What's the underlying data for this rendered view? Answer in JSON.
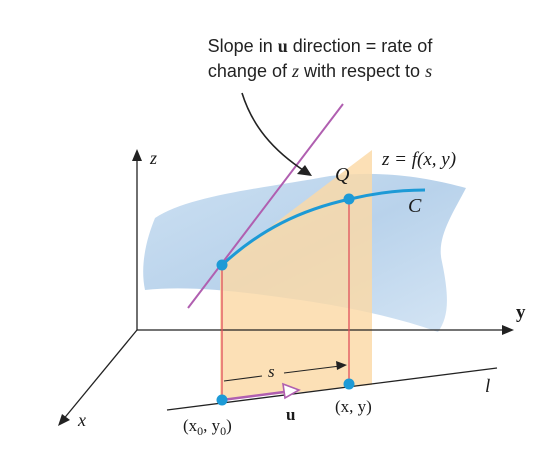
{
  "caption": {
    "part1": "Slope in ",
    "u": "u",
    "part2": " direction = rate of",
    "part3": "change of ",
    "z": "z",
    "part4": " with respect to ",
    "s": "s"
  },
  "labels": {
    "z_axis": "z",
    "y_axis": "y",
    "x_axis": "x",
    "surface": "z = f(x, y)",
    "point_q": "Q",
    "curve_c": "C",
    "line_l": "l",
    "distance_s": "s",
    "vector_u": "u",
    "point_xy": "(x, y)",
    "point_x0_pre": "(x",
    "point_x0_sub1": "0",
    "point_x0_mid": ", y",
    "point_x0_sub2": "0",
    "point_x0_post": ")"
  },
  "colors": {
    "surface": "#b9d4ec",
    "plane": "#fbd9a6",
    "curve": "#1d9ad6",
    "tangent": "#b05fb0",
    "dots": "#1d9ad6",
    "vertical_lines": "#e0505a",
    "axes": "#222222"
  }
}
